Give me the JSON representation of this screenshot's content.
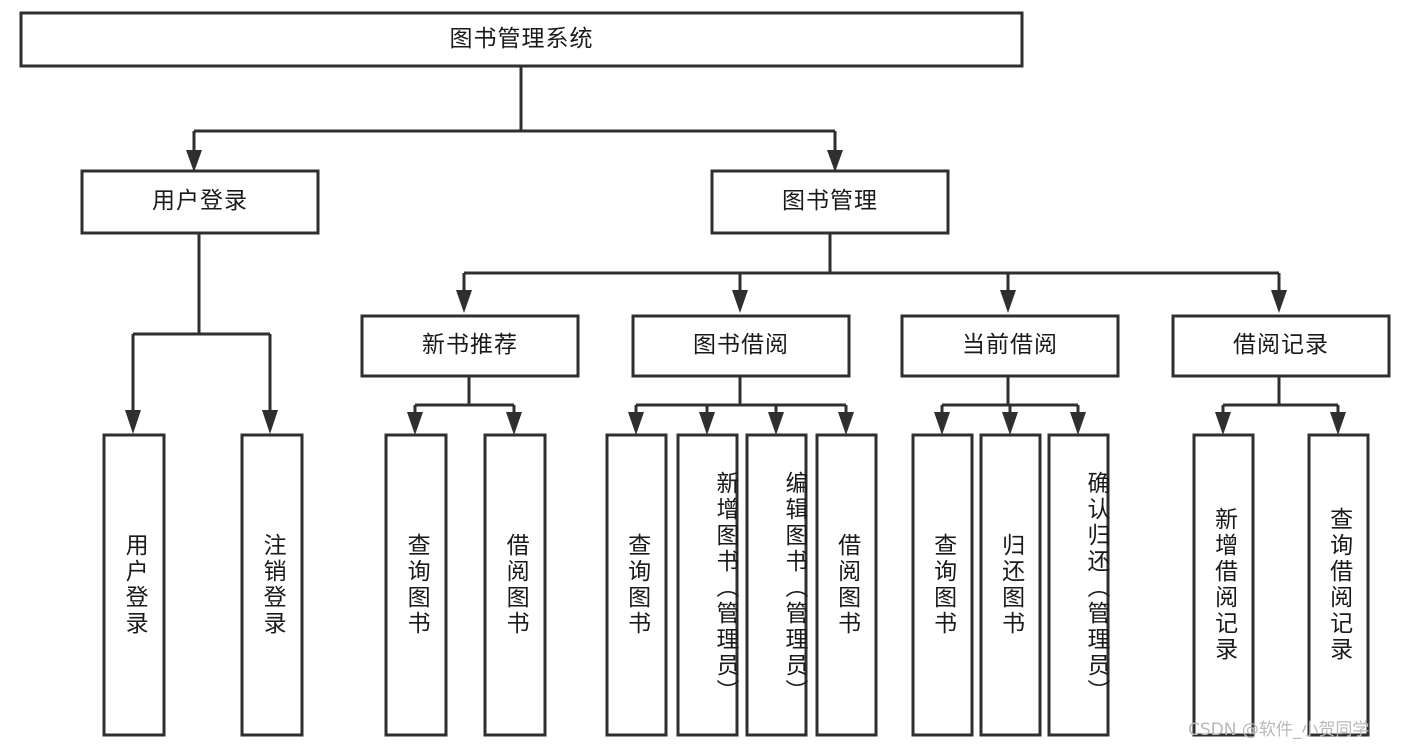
{
  "diagram": {
    "type": "tree-hierarchy",
    "title": "图书管理系统",
    "root": {
      "id": "root",
      "label": "图书管理系统",
      "orientation": "horizontal"
    },
    "level2": [
      {
        "id": "user-login",
        "label": "用户登录",
        "orientation": "horizontal"
      },
      {
        "id": "book-management",
        "label": "图书管理",
        "orientation": "horizontal"
      }
    ],
    "level3": [
      {
        "id": "new-book-recommend",
        "label": "新书推荐",
        "orientation": "horizontal"
      },
      {
        "id": "book-borrow",
        "label": "图书借阅",
        "orientation": "horizontal"
      },
      {
        "id": "current-borrow",
        "label": "当前借阅",
        "orientation": "horizontal"
      },
      {
        "id": "borrow-record",
        "label": "借阅记录",
        "orientation": "horizontal"
      }
    ],
    "leaves": [
      {
        "id": "leaf-user-login",
        "label": "用户登录",
        "parent": "user-login",
        "orientation": "vertical"
      },
      {
        "id": "leaf-user-logout",
        "label": "注销登录",
        "parent": "user-login",
        "orientation": "vertical"
      },
      {
        "id": "leaf-query-book-1",
        "label": "查询图书",
        "parent": "new-book-recommend",
        "orientation": "vertical"
      },
      {
        "id": "leaf-borrow-book-1",
        "label": "借阅图书",
        "parent": "new-book-recommend",
        "orientation": "vertical"
      },
      {
        "id": "leaf-query-book-2",
        "label": "查询图书",
        "parent": "book-borrow",
        "orientation": "vertical"
      },
      {
        "id": "leaf-add-book",
        "label": "新增图书（管理员）",
        "parent": "book-borrow",
        "orientation": "vertical"
      },
      {
        "id": "leaf-edit-book",
        "label": "编辑图书（管理员）",
        "parent": "book-borrow",
        "orientation": "vertical"
      },
      {
        "id": "leaf-borrow-book-2",
        "label": "借阅图书",
        "parent": "book-borrow",
        "orientation": "vertical"
      },
      {
        "id": "leaf-query-book-3",
        "label": "查询图书",
        "parent": "current-borrow",
        "orientation": "vertical"
      },
      {
        "id": "leaf-return-book",
        "label": "归还图书",
        "parent": "current-borrow",
        "orientation": "vertical"
      },
      {
        "id": "leaf-confirm-return",
        "label": "确认归还（管理员）",
        "parent": "current-borrow",
        "orientation": "vertical"
      },
      {
        "id": "leaf-add-record",
        "label": "新增借阅记录",
        "parent": "borrow-record",
        "orientation": "vertical"
      },
      {
        "id": "leaf-query-record",
        "label": "查询借阅记录",
        "parent": "borrow-record",
        "orientation": "vertical"
      }
    ],
    "watermark": "CSDN @软件_小贺同学",
    "colors": {
      "stroke": "#2f2f2f",
      "fill": "#ffffff",
      "text": "#1a1a1a",
      "watermark": "#b9b9b9"
    }
  }
}
